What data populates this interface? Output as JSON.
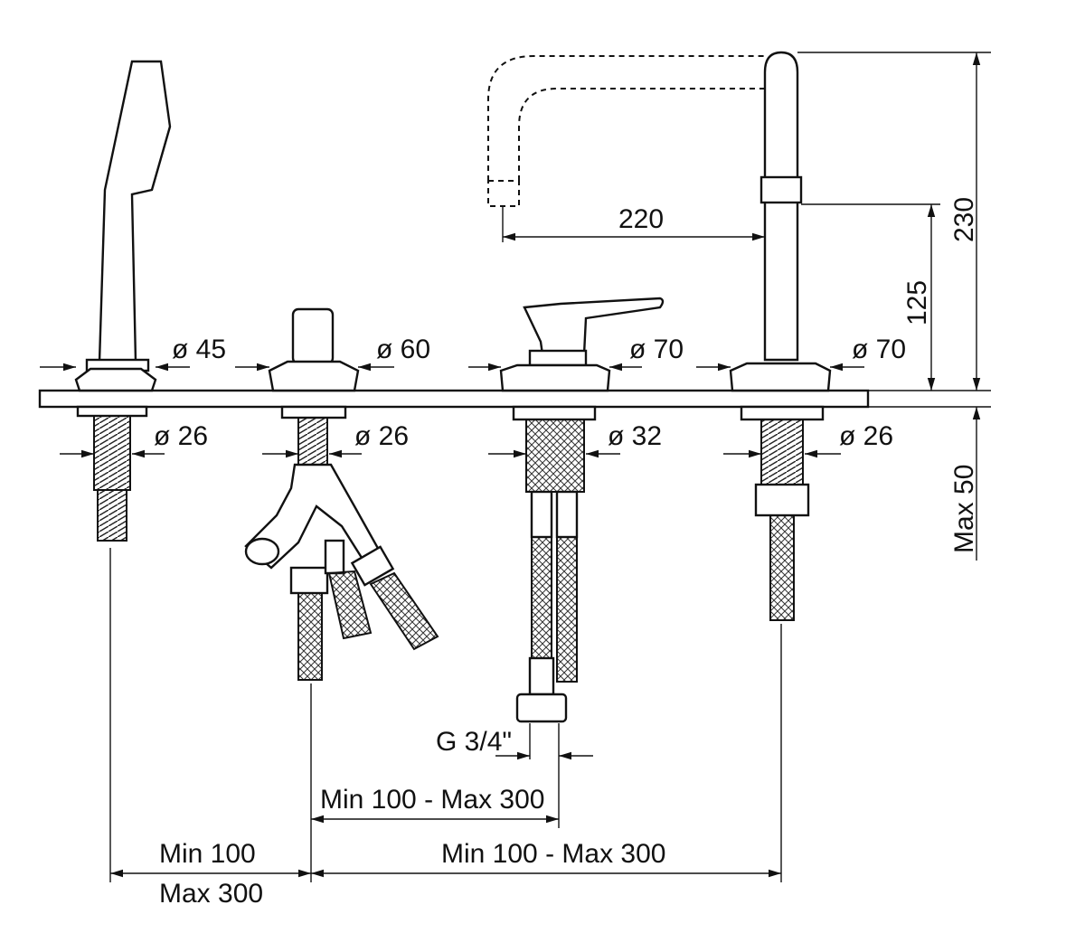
{
  "dimensions": {
    "d45": "ø 45",
    "d60": "ø 60",
    "d70a": "ø 70",
    "d70b": "ø 70",
    "d26a": "ø 26",
    "d26b": "ø 26",
    "d32": "ø 32",
    "d26c": "ø 26",
    "spout_reach": "220",
    "height_total": "230",
    "height_spout": "125",
    "max_deck": "Max 50",
    "thread": "G 3/4\"",
    "spacing_mid": "Min 100 - Max 300",
    "spacing_left_min": "Min 100",
    "spacing_left_max": "Max 300",
    "spacing_right": "Min 100 - Max 300"
  }
}
